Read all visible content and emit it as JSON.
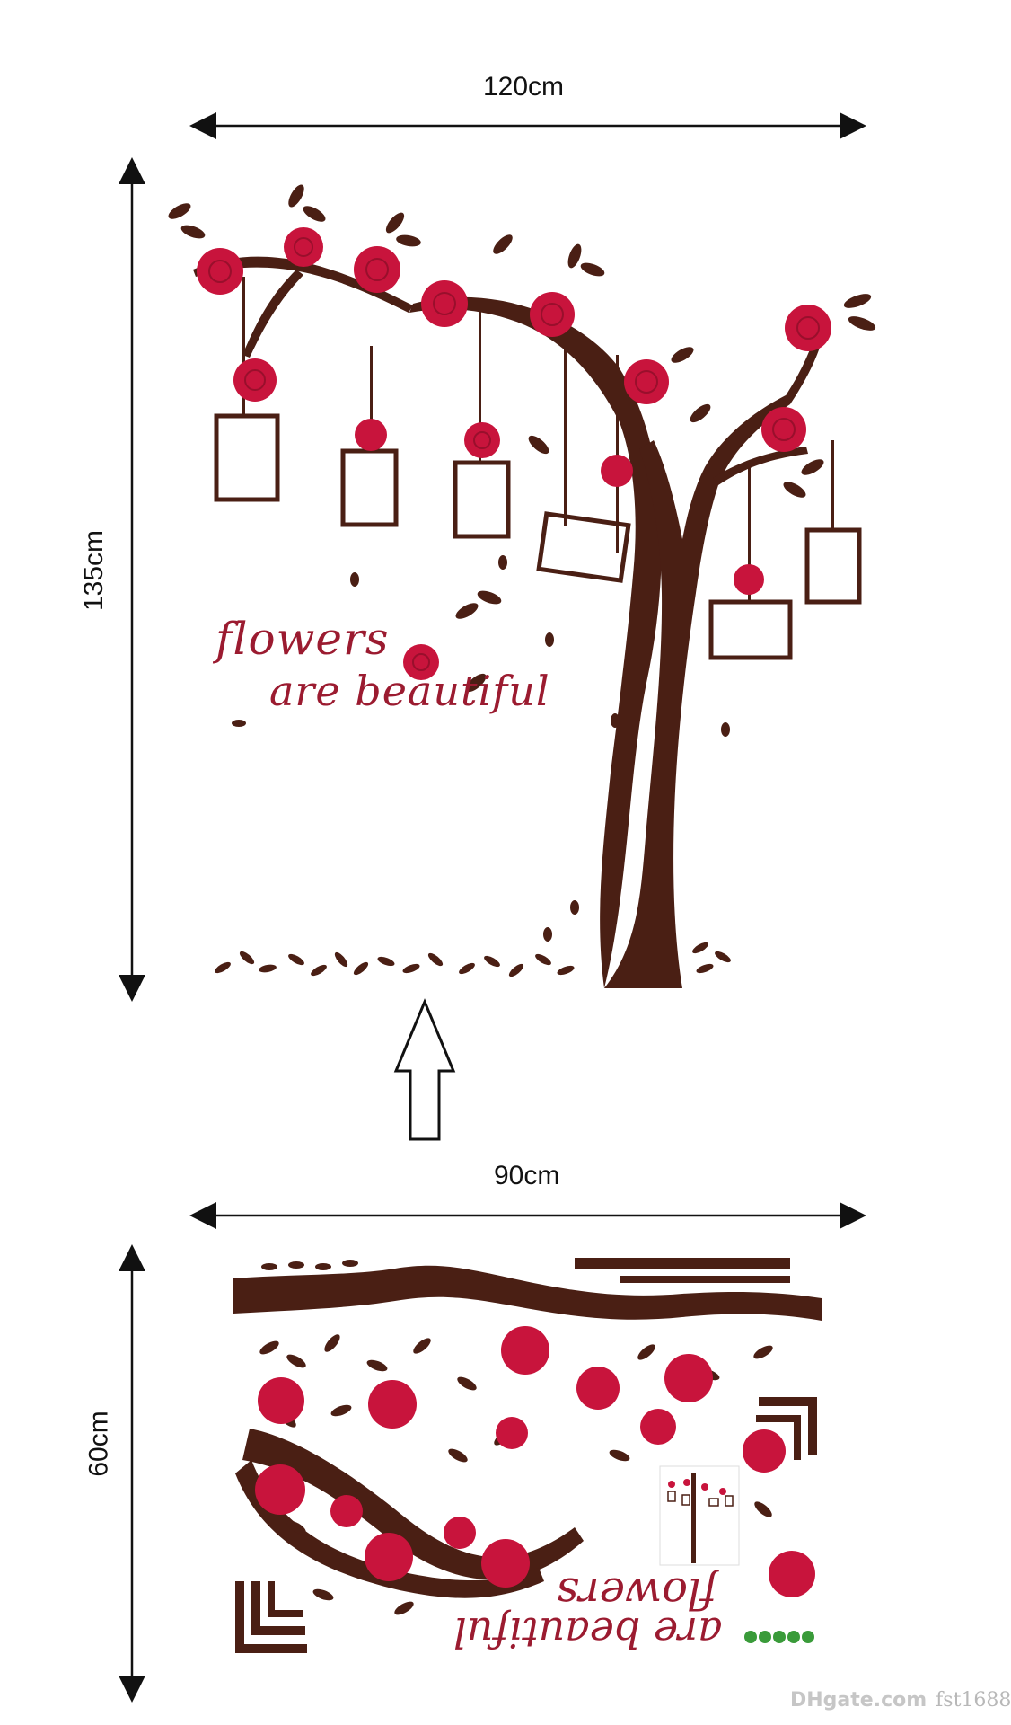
{
  "dimensions": {
    "top_width": "120cm",
    "top_height": "135cm",
    "bottom_width": "90cm",
    "bottom_height": "60cm"
  },
  "decal": {
    "line1": "flowers",
    "line2": "are beautiful",
    "sheet_line1": "flowers",
    "sheet_line2": "are beautiful"
  },
  "watermark": {
    "logo": "DHgate.com",
    "store": "fst1688"
  },
  "colors": {
    "trunk": "#4a1f14",
    "rose": "#c8143c",
    "text": "#9b1b30",
    "arrow": "#111111"
  },
  "icons": [
    "arrow-up-icon",
    "rose-icon",
    "photo-frame-icon",
    "leaf-icon"
  ]
}
